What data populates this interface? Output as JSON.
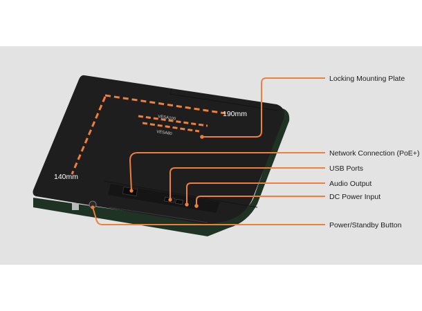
{
  "colors": {
    "page_background": "#ffffff",
    "panel_background": "#e3e3e3",
    "accent": "#f07f3c",
    "device_body": "#1f1f1f",
    "device_edge": "#0f0f0f",
    "bezel_green": "#1f3325"
  },
  "dimensions": {
    "width_label": "190mm",
    "height_label": "140mm",
    "vesa_large_label": "VESA100",
    "vesa_small_label": "VESA80"
  },
  "callouts": [
    {
      "id": "locking-mounting-plate",
      "label": "Locking Mounting Plate"
    },
    {
      "id": "network-connection",
      "label": "Network Connection (PoE+)"
    },
    {
      "id": "usb-ports",
      "label": "USB Ports"
    },
    {
      "id": "audio-output",
      "label": "Audio Output"
    },
    {
      "id": "dc-power-input",
      "label": "DC Power Input"
    },
    {
      "id": "power-standby-button",
      "label": "Power/Standby Button"
    }
  ]
}
